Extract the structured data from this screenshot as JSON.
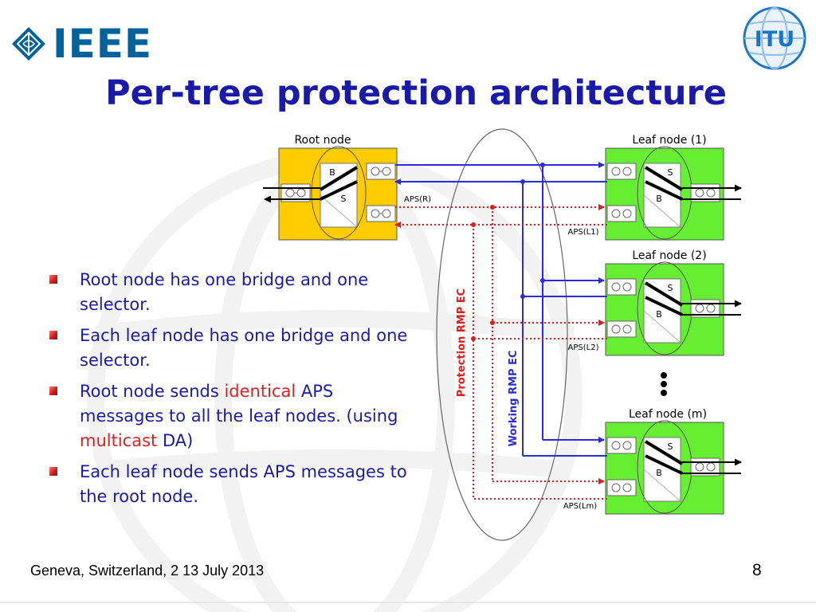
{
  "slide": {
    "title": "Per-tree protection architecture",
    "page_number": "8",
    "footer": "Geneva, Switzerland, 2 13 July 2013"
  },
  "logos": {
    "left": "IEEE",
    "right": "ITU"
  },
  "bullets": [
    {
      "parts": [
        "Root node has one bridge and one selector."
      ]
    },
    {
      "parts": [
        "Each leaf node has one bridge and one selector."
      ]
    },
    {
      "parts": [
        "Root node sends ",
        "identical",
        " APS messages to all the leaf nodes. (using ",
        "multicast",
        " DA)"
      ]
    },
    {
      "parts": [
        "Each leaf node sends APS messages to the root node."
      ]
    }
  ],
  "diagram": {
    "root": {
      "label": "Root node",
      "bridge": "B",
      "selector": "S",
      "aps": "APS(R)"
    },
    "leaves": [
      {
        "label": "Leaf node (1)",
        "selector": "S",
        "bridge": "B",
        "aps": "APS(L1)"
      },
      {
        "label": "Leaf node (2)",
        "selector": "S",
        "bridge": "B",
        "aps": "APS(L2)"
      },
      {
        "label": "Leaf node (m)",
        "selector": "S",
        "bridge": "B",
        "aps": "APS(Lm)"
      }
    ],
    "protection_ec": "Protection RMP EC",
    "working_ec": "Working RMP EC",
    "colors": {
      "root_fill": "#ffcc00",
      "leaf_fill": "#66ee33",
      "working": "#2b2bdd",
      "protection": "#e81818",
      "text": "#000000"
    }
  }
}
